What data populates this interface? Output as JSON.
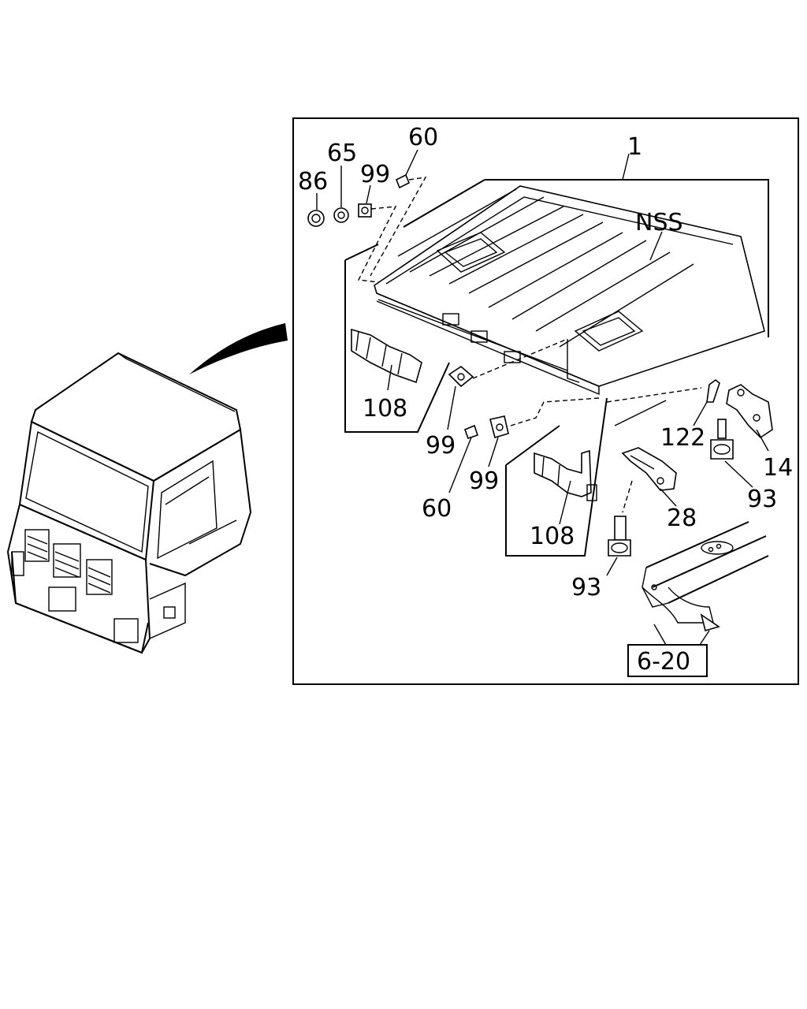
{
  "labels": {
    "p1": "1",
    "nss": "NSS",
    "p60a": "60",
    "p65": "65",
    "p86": "86",
    "p99a": "99",
    "p108a": "108",
    "p99b": "99",
    "p60b": "60",
    "p99c": "99",
    "p108b": "108",
    "p122": "122",
    "p14": "14",
    "p93a": "93",
    "p28": "28",
    "p93b": "93",
    "ref": "6-20"
  }
}
